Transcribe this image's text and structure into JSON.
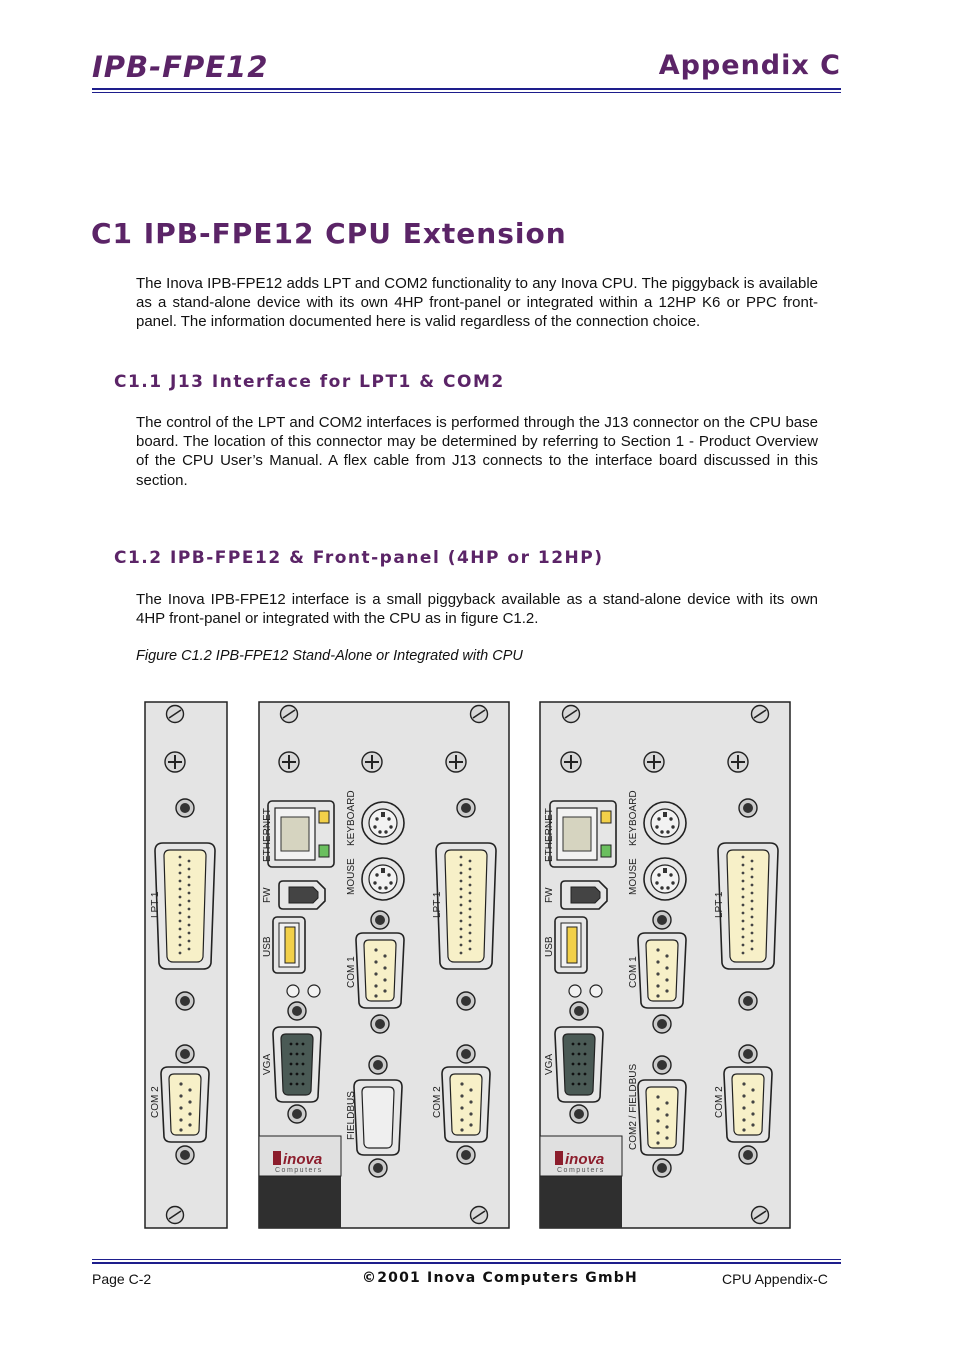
{
  "header": {
    "title": "IPB-FPE12",
    "section": "Appendix C"
  },
  "main": {
    "heading": "C1 IPB-FPE12 CPU Extension",
    "intro": "The Inova IPB-FPE12 adds LPT and COM2 functionality to any Inova CPU. The piggyback is available as a stand-alone device with its own 4HP front-panel or integrated within a 12HP K6 or PPC front-panel. The information documented here is valid regardless of the connection choice.",
    "s1_heading": "C1.1 J13 Interface for LPT1 & COM2",
    "s1_text": "The control of the LPT and COM2 interfaces is performed through the J13 connector on the CPU base board. The location of this connector may be determined by referring to Section 1 - Product Overview of the CPU User’s Manual. A flex cable from J13 connects to the interface board discussed in this section.",
    "s2_heading": "C1.2 IPB-FPE12 & Front-panel (4HP or 12HP)",
    "s2_text": "The Inova IPB-FPE12 interface is a small piggyback available as a stand-alone device with its own 4HP front-panel or integrated with the CPU as in figure C1.2.",
    "figure_caption": "Figure C1.2 IPB-FPE12 Stand-Alone or Integrated with CPU"
  },
  "figure": {
    "panel1": {
      "lpt": "LPT 1",
      "com2": "COM 2"
    },
    "panel2": {
      "ethernet": "ETHERNET",
      "fw": "FW",
      "usb": "USB",
      "vga": "VGA",
      "keyboard": "KEYBOARD",
      "mouse": "MOUSE",
      "com1": "COM 1",
      "fieldbus": "FIELDBUS",
      "lpt": "LPT 1",
      "com2": "COM 2"
    },
    "panel3": {
      "ethernet": "ETHERNET",
      "fw": "FW",
      "usb": "USB",
      "vga": "VGA",
      "keyboard": "KEYBOARD",
      "mouse": "MOUSE",
      "com1": "COM 1",
      "com2fieldbus": "COM2 / FIELDBUS",
      "lpt": "LPT 1",
      "com2": "COM 2"
    },
    "logo_text": "inova",
    "logo_sub": "Computers"
  },
  "footer": {
    "page": "Page C-2",
    "copyright": "©2001 Inova Computers GmbH",
    "doc": "CPU Appendix-C"
  },
  "colors": {
    "heading": "#5b2467",
    "rule": "#1e1e8c",
    "panel": "#e4e4e4",
    "connector": "#f7f0c8"
  }
}
